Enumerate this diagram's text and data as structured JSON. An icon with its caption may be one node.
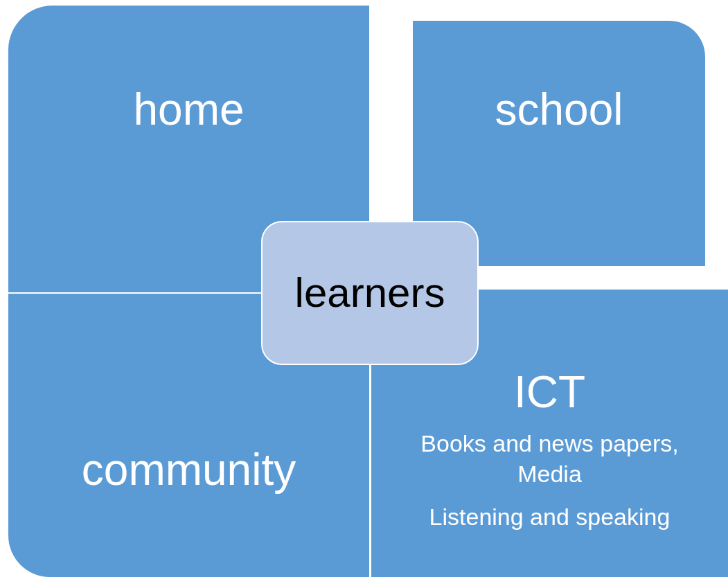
{
  "diagram": {
    "nodes": [
      {
        "text": [
          "home"
        ]
      },
      {
        "text": [
          "school"
        ]
      },
      {
        "text": [
          "community"
        ]
      },
      {
        "text": [
          "ICT",
          "Books and news papers, Media",
          "Listening and speaking"
        ]
      },
      {
        "text": [
          "learners"
        ]
      }
    ]
  }
}
